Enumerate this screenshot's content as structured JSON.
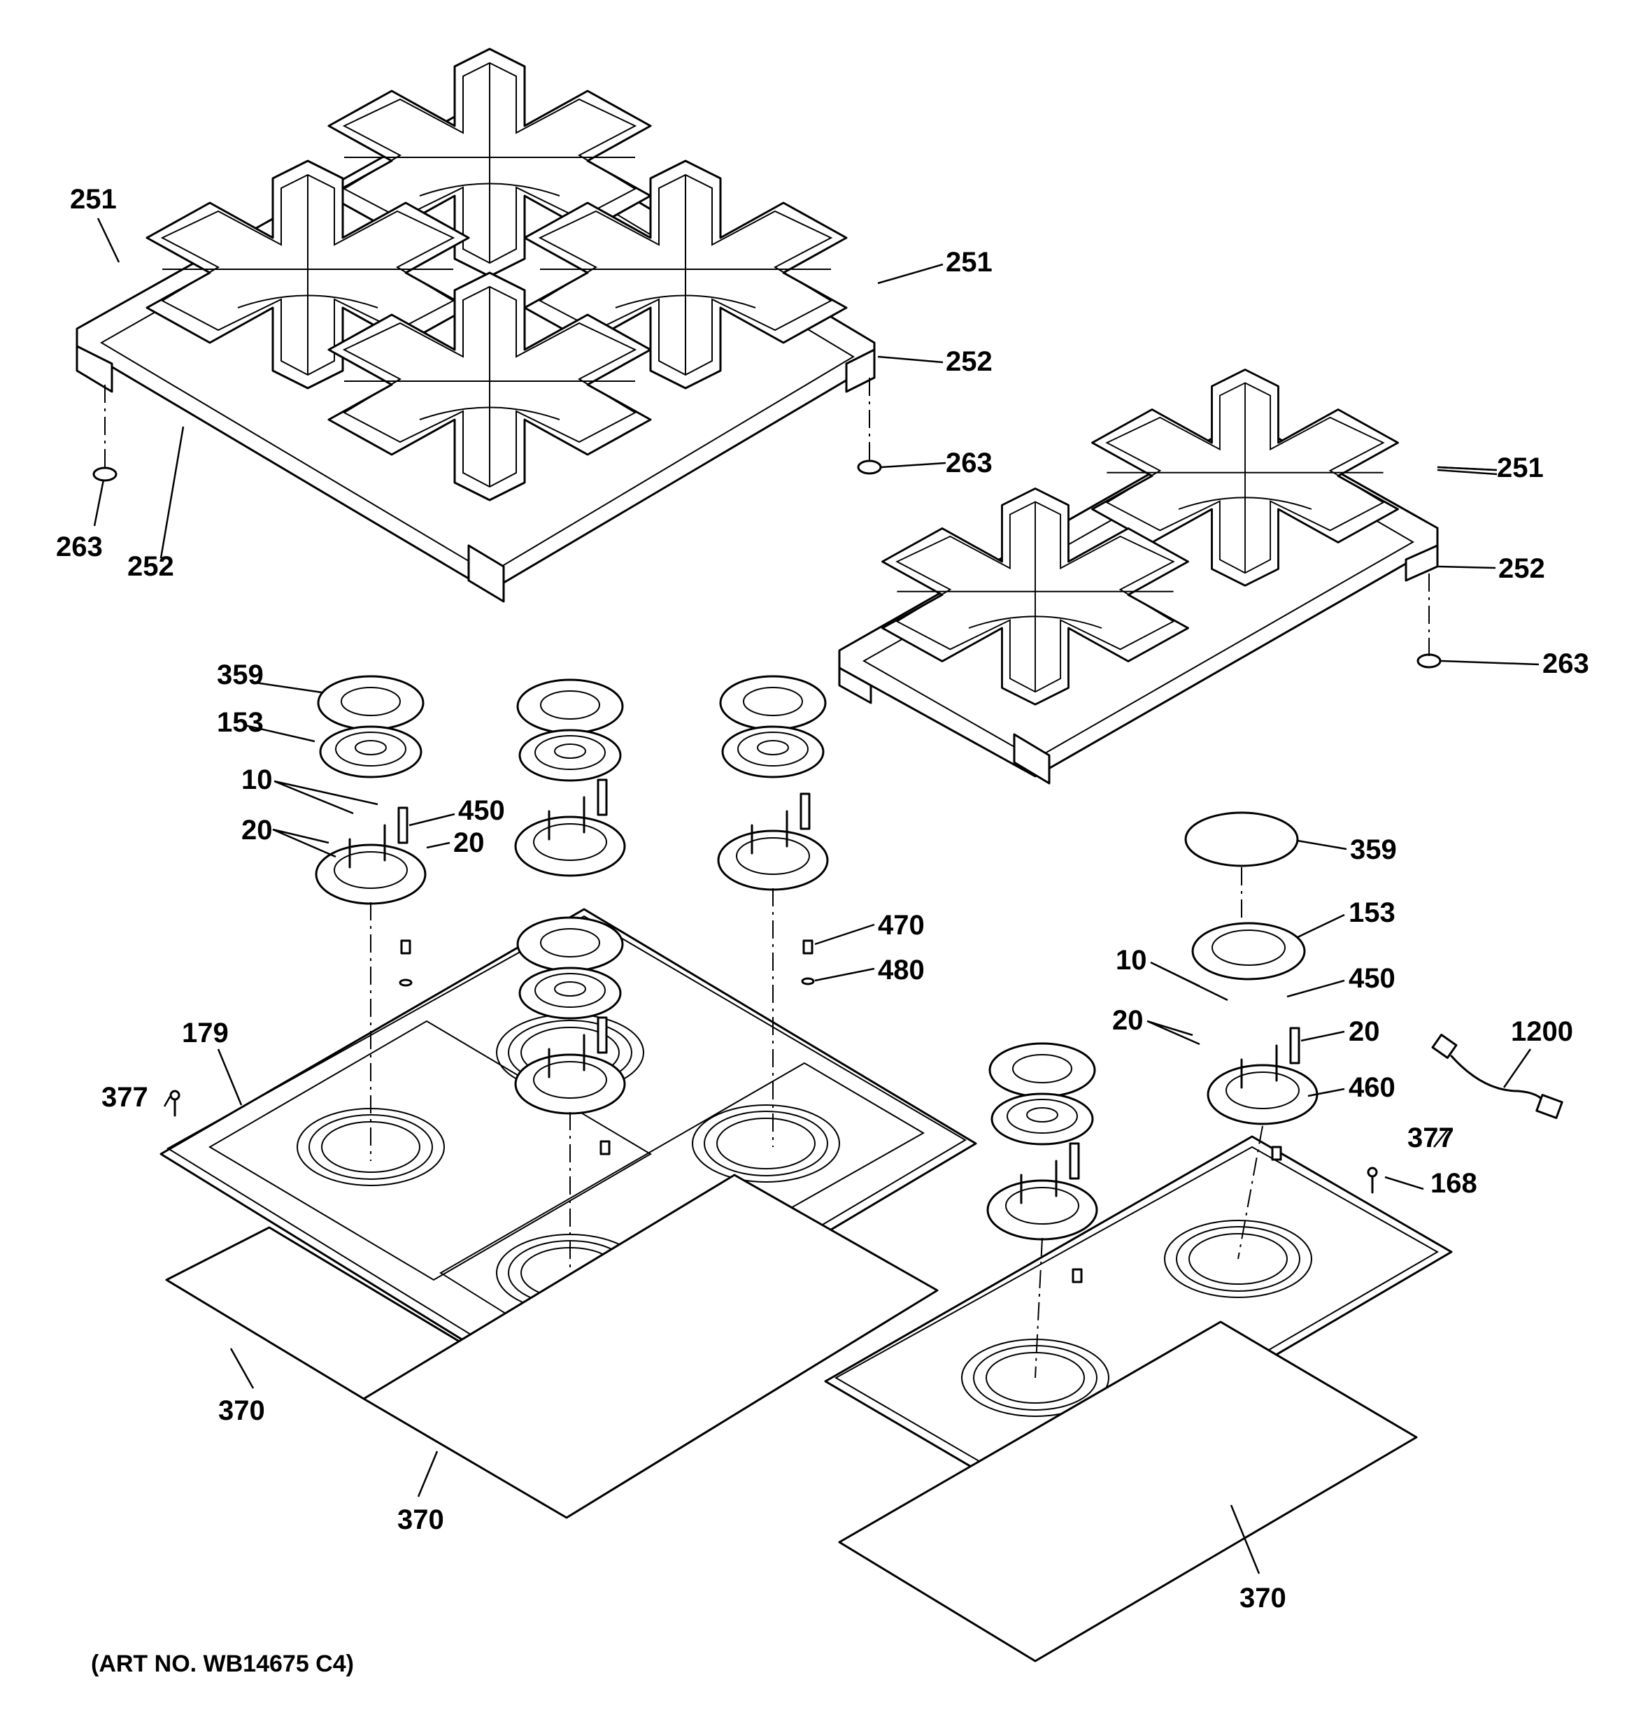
{
  "callouts": {
    "c251a": "251",
    "c251b": "251",
    "c251c": "251",
    "c252a": "252",
    "c252b": "252",
    "c252c": "252",
    "c263a": "263",
    "c263b": "263",
    "c263c": "263",
    "c359a": "359",
    "c359b": "359",
    "c153a": "153",
    "c153b": "153",
    "c10a": "10",
    "c10b": "10",
    "c20a": "20",
    "c20b": "20",
    "c20c": "20",
    "c20d": "20",
    "c450a": "450",
    "c450b": "450",
    "c470": "470",
    "c480": "480",
    "c460": "460",
    "c179": "179",
    "c168": "168",
    "c377a": "377",
    "c377b": "377",
    "c370a": "370",
    "c370b": "370",
    "c370c": "370",
    "c1200": "1200"
  },
  "art_number": "(ART NO. WB14675 C4)"
}
